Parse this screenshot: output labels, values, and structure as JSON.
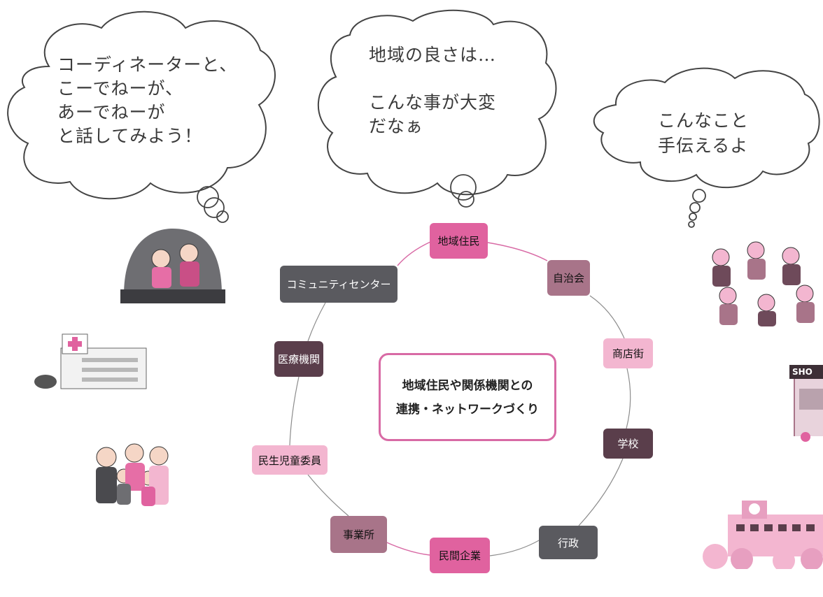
{
  "bubbles": [
    {
      "id": "coordinator",
      "text": "コーディネーターと、\nこーでねーが、\nあーでねーが\nと話してみよう！"
    },
    {
      "id": "community",
      "text": "地域の良さは…\n\nこんな事が大変\nだなぁ"
    },
    {
      "id": "help",
      "text": "こんなこと\n手伝えるよ"
    }
  ],
  "center": {
    "line1": "地域住民や関係機関との",
    "line2": "連携・ネットワークづくり"
  },
  "nodes": [
    {
      "id": "residents",
      "label": "地域住民"
    },
    {
      "id": "council",
      "label": "自治会"
    },
    {
      "id": "shops",
      "label": "商店街"
    },
    {
      "id": "school",
      "label": "学校"
    },
    {
      "id": "government",
      "label": "行政"
    },
    {
      "id": "companies",
      "label": "民間企業"
    },
    {
      "id": "offices",
      "label": "事業所"
    },
    {
      "id": "welfare",
      "label": "民生児童委員"
    },
    {
      "id": "medical",
      "label": "医療機関"
    },
    {
      "id": "community_center",
      "label": "コミュニティセンター"
    }
  ],
  "illustrations": {
    "shop_sign": "SHO"
  },
  "colors": {
    "bright_pink": "#e0629f",
    "light_pink": "#f3b6d0",
    "mauve": "#a87489",
    "dark_gray": "#5a5a5f",
    "dark_plum": "#5a3e4b",
    "connector_pink": "#d86aa5",
    "connector_gray": "#8c8c8c"
  }
}
